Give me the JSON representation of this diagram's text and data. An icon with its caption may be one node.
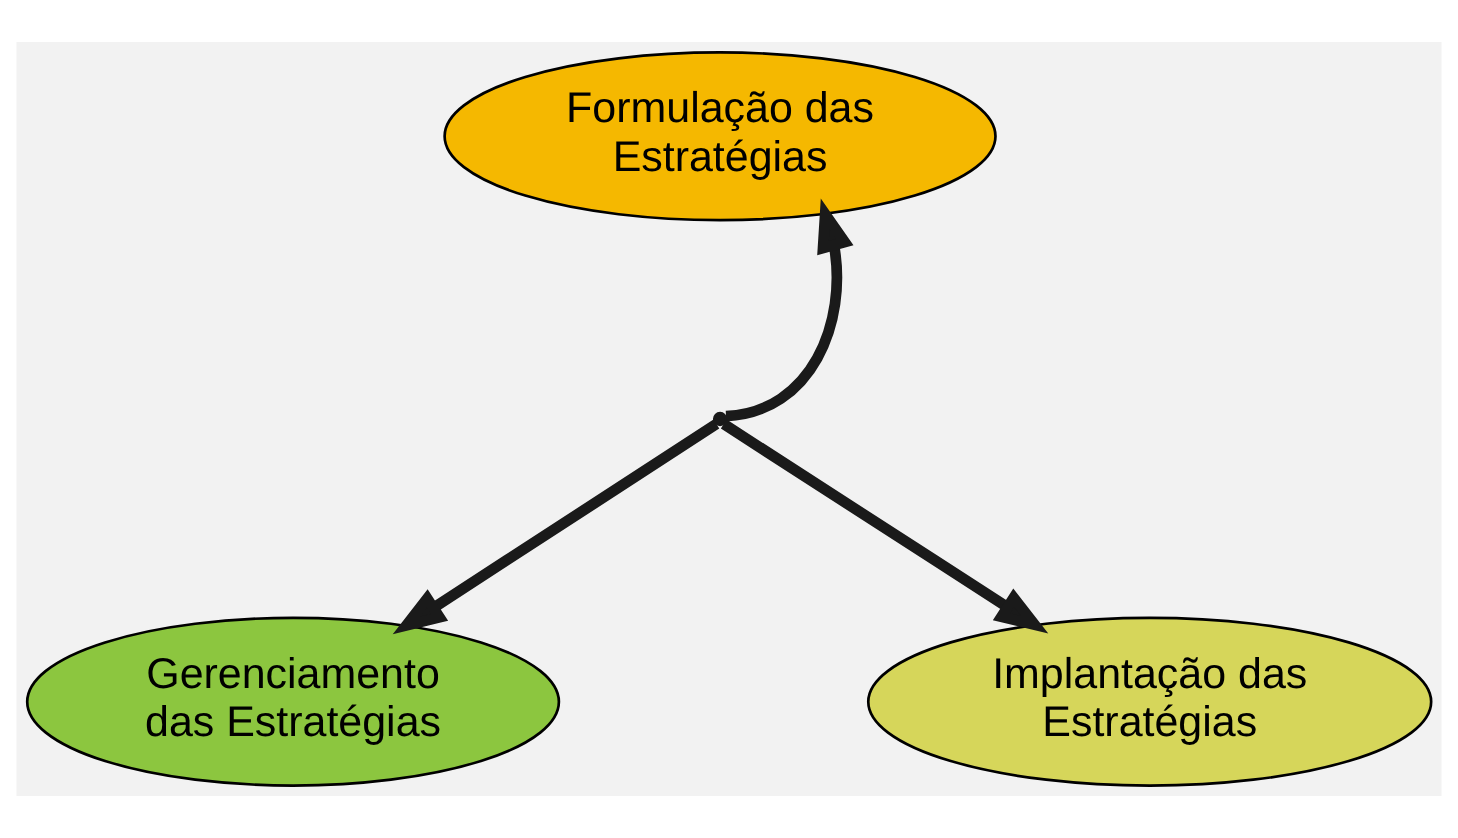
{
  "diagram": {
    "nodes": [
      {
        "text": [
          "Formulação das Estratégias"
        ]
      },
      {
        "text": [
          "Gerenciamento das Estratégias"
        ]
      },
      {
        "text": [
          "Implantação das Estratégias"
        ]
      },
      {
        "text": [],
        "shape": "point"
      }
    ],
    "edges": [
      {
        "from": 3,
        "to": 0,
        "arrow": "to"
      },
      {
        "from": 3,
        "to": 1,
        "arrow": "to"
      },
      {
        "from": 3,
        "to": 2,
        "arrow": "to"
      }
    ]
  }
}
